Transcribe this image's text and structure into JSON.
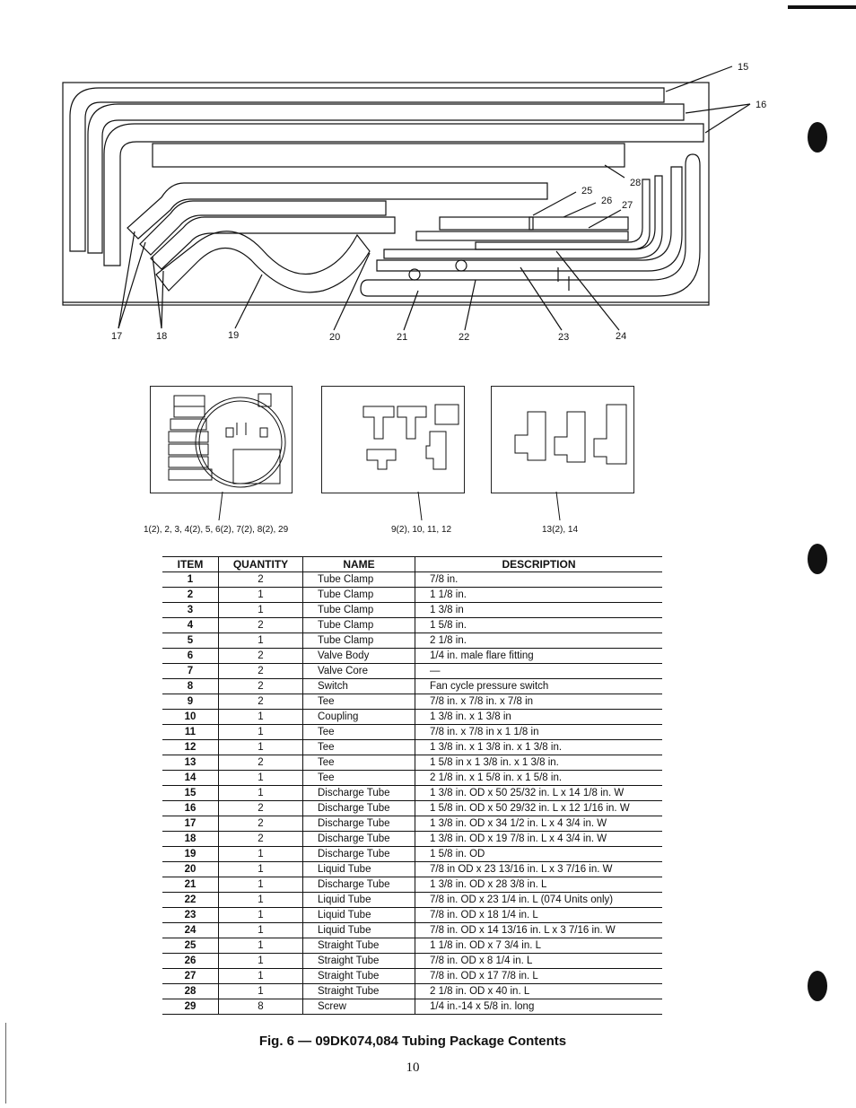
{
  "callouts": {
    "c15": "15",
    "c16": "16",
    "c17": "17",
    "c18": "18",
    "c19": "19",
    "c20": "20",
    "c21": "21",
    "c22": "22",
    "c23": "23",
    "c24": "24",
    "c25": "25",
    "c26": "26",
    "c27": "27",
    "c28": "28"
  },
  "box_captions": {
    "clamps": "1(2), 2, 3, 4(2), 5, 6(2), 7(2), 8(2), 29",
    "tees": "9(2), 10, 11, 12",
    "tees2": "13(2), 14"
  },
  "table": {
    "headers": {
      "item": "ITEM",
      "quantity": "QUANTITY",
      "name": "NAME",
      "description": "DESCRIPTION"
    },
    "rows": [
      {
        "item": "1",
        "qty": "2",
        "name": "Tube Clamp",
        "desc": "7/8 in."
      },
      {
        "item": "2",
        "qty": "1",
        "name": "Tube Clamp",
        "desc": "1 1/8 in."
      },
      {
        "item": "3",
        "qty": "1",
        "name": "Tube Clamp",
        "desc": "1 3/8 in"
      },
      {
        "item": "4",
        "qty": "2",
        "name": "Tube Clamp",
        "desc": "1 5/8 in."
      },
      {
        "item": "5",
        "qty": "1",
        "name": "Tube Clamp",
        "desc": "2 1/8 in."
      },
      {
        "item": "6",
        "qty": "2",
        "name": "Valve Body",
        "desc": "1/4 in. male flare fitting"
      },
      {
        "item": "7",
        "qty": "2",
        "name": "Valve Core",
        "desc": "—"
      },
      {
        "item": "8",
        "qty": "2",
        "name": "Switch",
        "desc": "Fan cycle pressure switch"
      },
      {
        "item": "9",
        "qty": "2",
        "name": "Tee",
        "desc": "7/8 in. x 7/8 in. x 7/8 in"
      },
      {
        "item": "10",
        "qty": "1",
        "name": "Coupling",
        "desc": "1 3/8 in. x 1 3/8 in"
      },
      {
        "item": "11",
        "qty": "1",
        "name": "Tee",
        "desc": "7/8 in. x 7/8 in  x 1 1/8 in"
      },
      {
        "item": "12",
        "qty": "1",
        "name": "Tee",
        "desc": "1 3/8 in. x 1 3/8 in. x 1 3/8 in."
      },
      {
        "item": "13",
        "qty": "2",
        "name": "Tee",
        "desc": "1 5/8 in  x 1 3/8 in. x 1 3/8 in."
      },
      {
        "item": "14",
        "qty": "1",
        "name": "Tee",
        "desc": "2 1/8 in. x 1 5/8 in. x 1 5/8 in."
      },
      {
        "item": "15",
        "qty": "1",
        "name": "Discharge Tube",
        "desc": "1 3/8 in. OD x 50 25/32 in. L x 14 1/8 in. W"
      },
      {
        "item": "16",
        "qty": "2",
        "name": "Discharge Tube",
        "desc": "1 5/8 in. OD x 50 29/32 in. L x 12 1/16 in. W"
      },
      {
        "item": "17",
        "qty": "2",
        "name": "Discharge Tube",
        "desc": "1 3/8 in. OD x 34 1/2 in. L x 4 3/4 in. W"
      },
      {
        "item": "18",
        "qty": "2",
        "name": "Discharge Tube",
        "desc": "1 3/8 in. OD x 19 7/8 in. L x 4 3/4 in. W"
      },
      {
        "item": "19",
        "qty": "1",
        "name": "Discharge Tube",
        "desc": "1 5/8 in. OD"
      },
      {
        "item": "20",
        "qty": "1",
        "name": "Liquid Tube",
        "desc": "7/8 in  OD x 23 13/16 in. L x 3 7/16 in. W"
      },
      {
        "item": "21",
        "qty": "1",
        "name": "Discharge Tube",
        "desc": "1 3/8 in. OD x 28 3/8 in. L"
      },
      {
        "item": "22",
        "qty": "1",
        "name": "Liquid Tube",
        "desc": "7/8 in. OD x 23 1/4 in. L (074 Units only)"
      },
      {
        "item": "23",
        "qty": "1",
        "name": "Liquid Tube",
        "desc": "7/8 in. OD x 18 1/4 in. L"
      },
      {
        "item": "24",
        "qty": "1",
        "name": "Liquid Tube",
        "desc": "7/8 in. OD x 14 13/16 in. L x 3 7/16 in. W"
      },
      {
        "item": "25",
        "qty": "1",
        "name": "Straight Tube",
        "desc": "1 1/8 in. OD x 7 3/4 in. L"
      },
      {
        "item": "26",
        "qty": "1",
        "name": "Straight Tube",
        "desc": "7/8 in. OD x 8 1/4 in. L"
      },
      {
        "item": "27",
        "qty": "1",
        "name": "Straight Tube",
        "desc": "7/8 in. OD x 17 7/8 in. L"
      },
      {
        "item": "28",
        "qty": "1",
        "name": "Straight Tube",
        "desc": "2 1/8 in. OD x 40 in. L"
      },
      {
        "item": "29",
        "qty": "8",
        "name": "Screw",
        "desc": "1/4 in.-14 x 5/8 in. long"
      }
    ]
  },
  "caption": "Fig. 6 — 09DK074,084 Tubing Package Contents",
  "page_number": "10"
}
